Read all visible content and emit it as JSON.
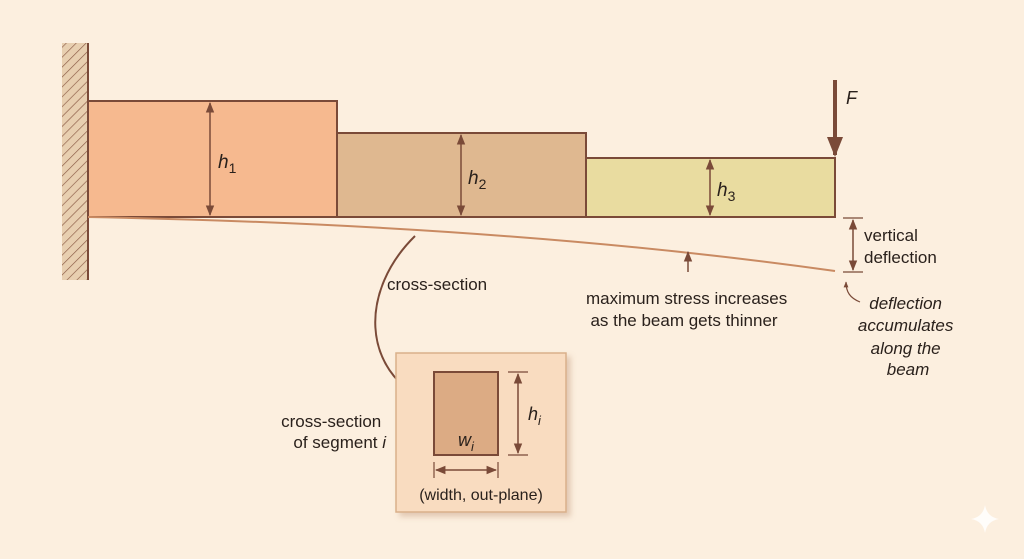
{
  "colors": {
    "background": "#fcefdf",
    "stroke": "#7a4a38",
    "segment1": "#f6b98f",
    "segment2": "#dfb890",
    "segment3": "#e9dca0",
    "inset_box": "#f9dcc0",
    "cross_section": "#dcab84"
  },
  "beam": {
    "segments": [
      {
        "height_label": "h",
        "subscript": "1"
      },
      {
        "height_label": "h",
        "subscript": "2"
      },
      {
        "height_label": "h",
        "subscript": "3"
      }
    ],
    "force_label": "F"
  },
  "annotations": {
    "cross_section": "cross-section",
    "stress_line1": "maximum stress increases",
    "stress_line2": "as the beam gets thinner",
    "vertical_line1": "vertical",
    "vertical_line2": "deflection",
    "accum_lines": [
      "deflection",
      "accumulates",
      "along the",
      "beam"
    ]
  },
  "inset": {
    "label_line1": "cross-section",
    "label_line2_prefix": "of segment ",
    "label_line2_var": "i",
    "height_label": "h",
    "height_sub": "i",
    "width_label": "w",
    "width_sub": "i",
    "width_caption": "(width, out-plane)"
  }
}
